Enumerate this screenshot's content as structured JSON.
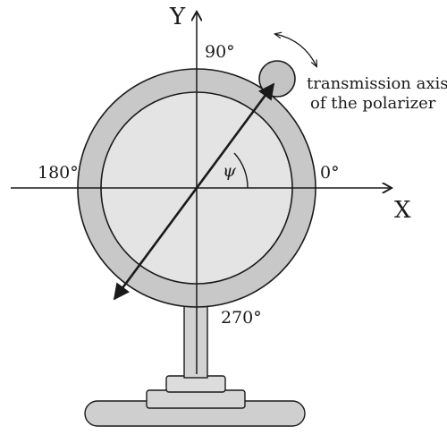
{
  "axes": {
    "y_label": "Y",
    "x_label": "X"
  },
  "angles": {
    "top": "90°",
    "left": "180°",
    "right": "0°",
    "bottom": "270°"
  },
  "psi_label": "ψ",
  "annotation": {
    "line1": "transmission axis",
    "line2": "of the polarizer"
  },
  "colors": {
    "ring": "#c8c8c8",
    "inner_disc": "#e4e4e4",
    "stroke": "#1a1a1a",
    "knob": "#c4c4c4",
    "stand": "#cfcfcf"
  }
}
